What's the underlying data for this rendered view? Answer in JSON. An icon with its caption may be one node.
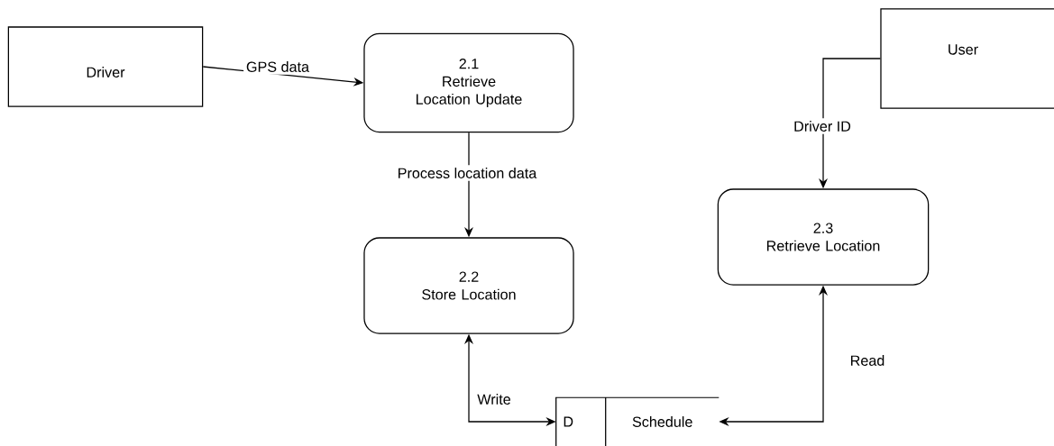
{
  "diagram": {
    "nodes": [
      {
        "text": [
          "Driver"
        ]
      },
      {
        "text": [
          "2.1",
          "Retrieve Location Update"
        ]
      },
      {
        "text": [
          "2.2",
          "Store Location"
        ]
      },
      {
        "text": [
          "User"
        ]
      },
      {
        "text": [
          "2.3",
          "Retrieve Location"
        ]
      },
      {
        "text": [
          "D",
          "Schedule"
        ]
      }
    ],
    "edges": [
      {
        "from": 0,
        "to": 1,
        "arrow": "to",
        "label": "GPS data"
      },
      {
        "from": 1,
        "to": 2,
        "arrow": "to",
        "label": "Process location data"
      },
      {
        "from": 3,
        "to": 4,
        "arrow": "to",
        "label": "Driver ID"
      },
      {
        "from": 2,
        "to": 5,
        "arrow": "both",
        "label": "Write"
      },
      {
        "from": 4,
        "to": 5,
        "arrow": "both",
        "label": "Read"
      }
    ]
  }
}
